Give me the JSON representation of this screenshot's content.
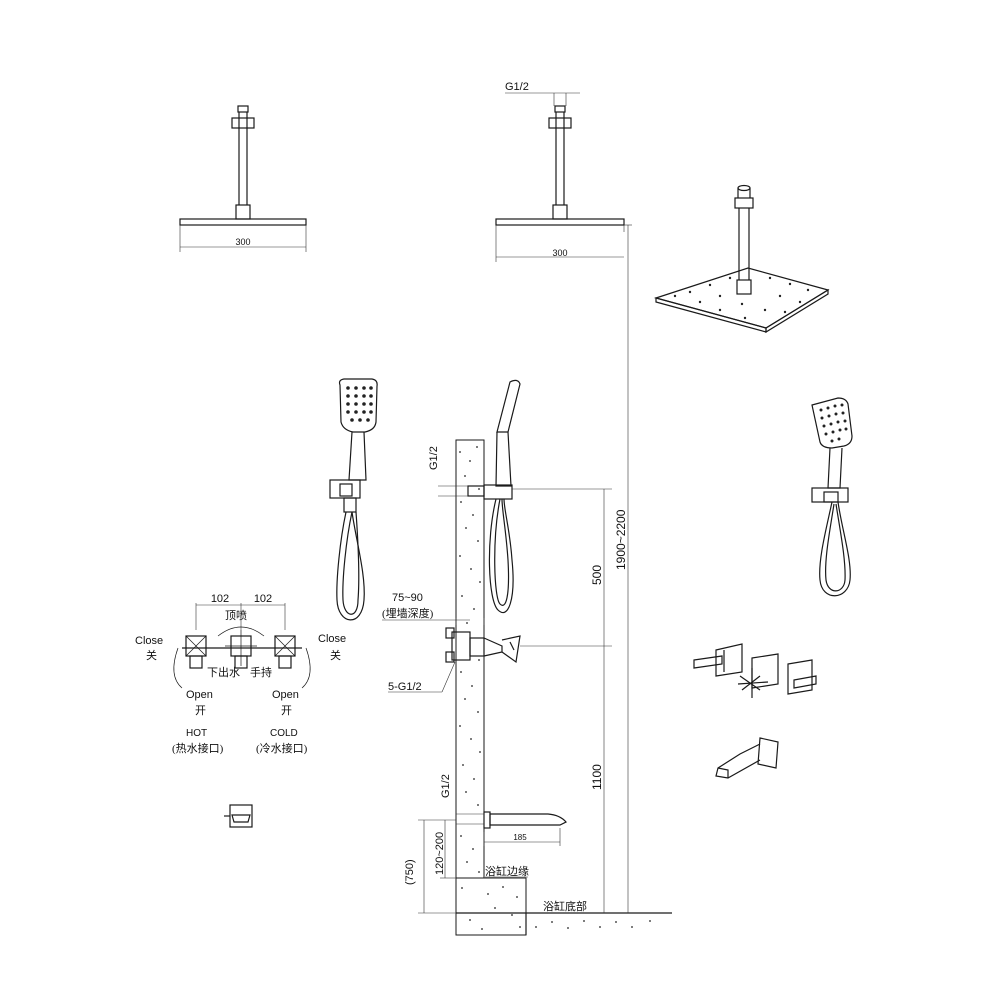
{
  "labels": {
    "g_top": "G1/2",
    "width_left": "300",
    "width_mid": "300",
    "overall_height": "1900~2200",
    "dim_500": "500",
    "dim_1100": "1100",
    "dim_185": "185",
    "dim_120_200": "120~200",
    "dim_750": "(750)",
    "g_wall_upper": "G1/2",
    "g_wall_lower": "G1/2",
    "embed_depth_value": "75~90",
    "embed_depth_cn": "(埋墙深度)",
    "valve_thread": "5-G1/2",
    "tub_edge": "浴缸边缘",
    "tub_bottom": "浴缸底部"
  },
  "valve": {
    "spacing_left": "102",
    "spacing_right": "102",
    "top_spray": "顶喷",
    "bottom_outlet": "下出水",
    "handheld": "手持",
    "close_left": "Close",
    "close_left_cn": "关",
    "close_right": "Close",
    "close_right_cn": "关",
    "open_left": "Open",
    "open_left_cn": "开",
    "open_right": "Open",
    "open_right_cn": "开",
    "hot": "HOT",
    "hot_cn": "(热水接口)",
    "cold": "COLD",
    "cold_cn": "(冷水接口)"
  },
  "colors": {
    "line": "#1a1a1a",
    "background": "#ffffff"
  }
}
